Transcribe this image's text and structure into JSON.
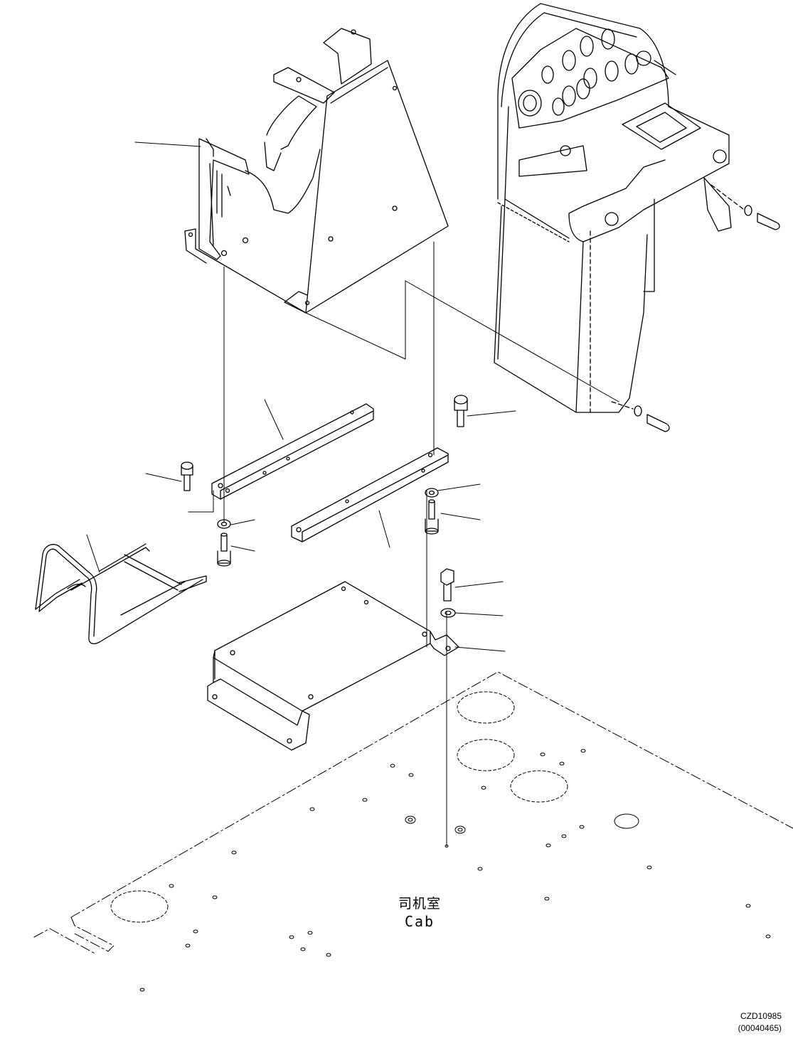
{
  "labels": {
    "cab_chinese": "司机室",
    "cab_english": "Cab",
    "drawing_code": "CZD10985",
    "drawing_ref": "(00040465)"
  },
  "colors": {
    "line": "#000000",
    "background": "#ffffff"
  }
}
